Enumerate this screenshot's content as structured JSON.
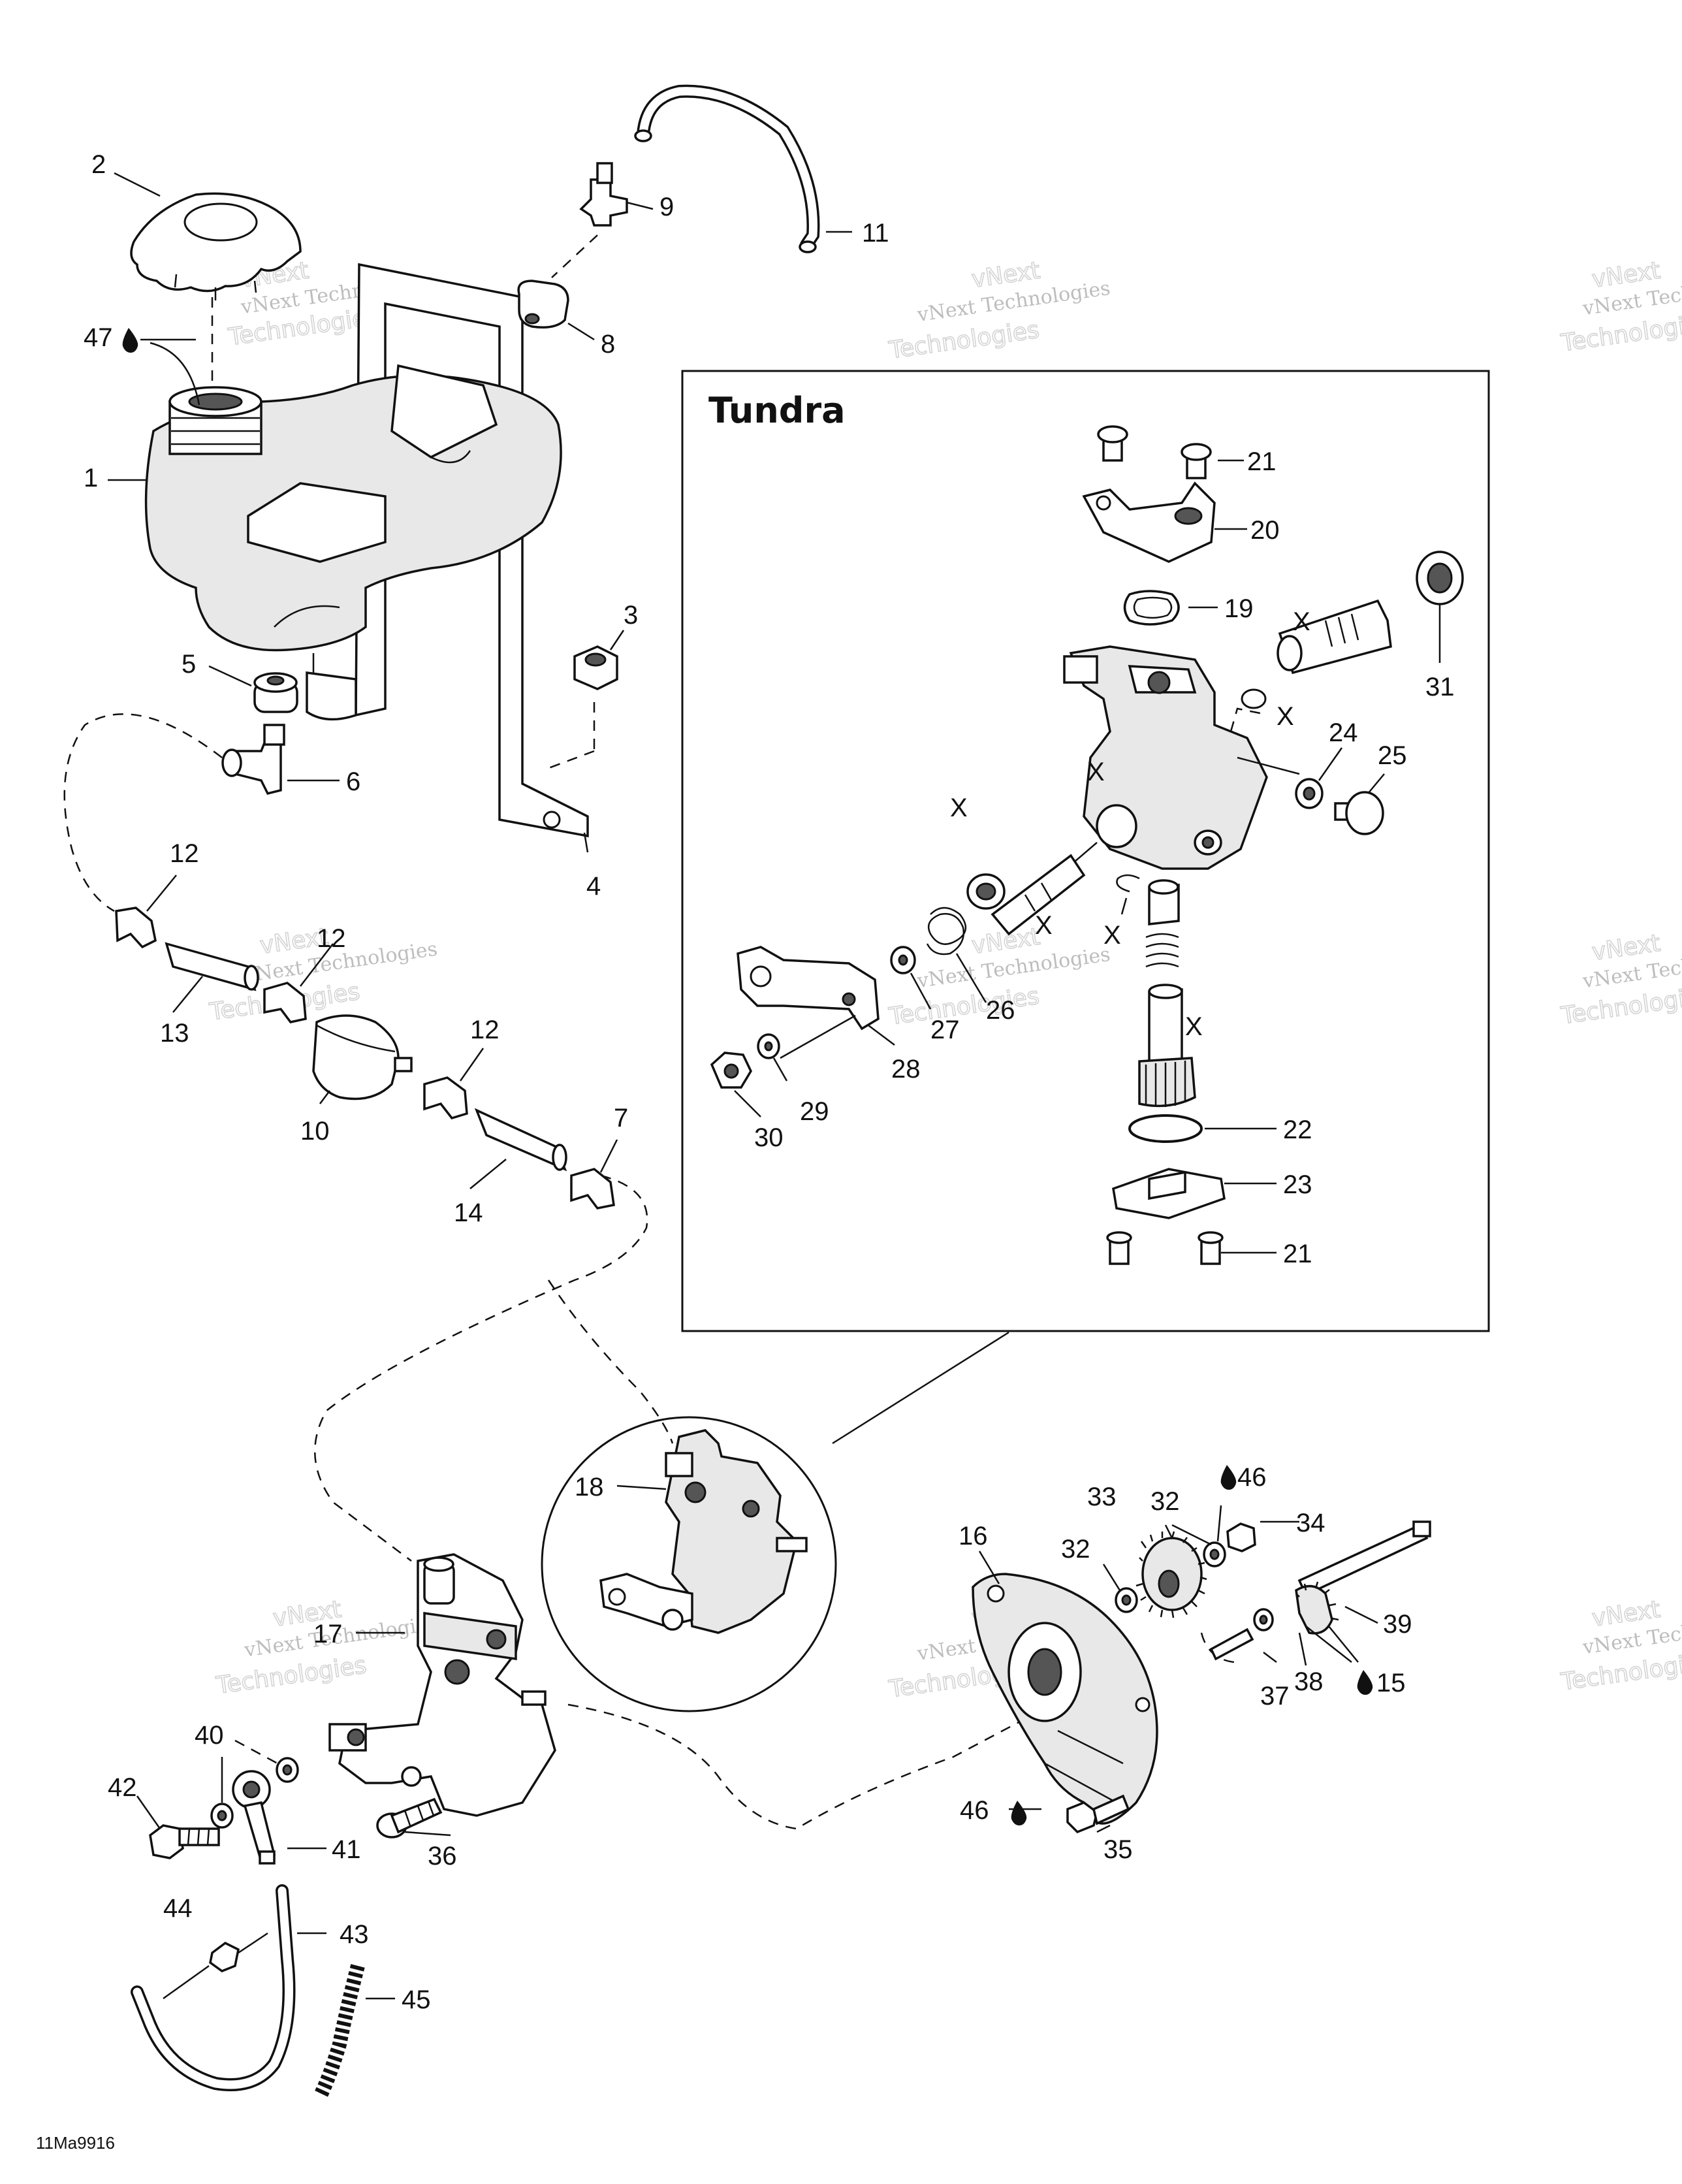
{
  "diagram": {
    "inset_title": "Tundra",
    "drawing_code": "11Ma9916",
    "watermark": {
      "brand": "vNext",
      "company": "vNext Technologies",
      "trailing": "Technologies"
    },
    "callouts": [
      "1",
      "2",
      "3",
      "4",
      "5",
      "6",
      "7",
      "8",
      "9",
      "10",
      "11",
      "12",
      "13",
      "14",
      "15",
      "16",
      "17",
      "18",
      "19",
      "20",
      "21",
      "22",
      "23",
      "24",
      "25",
      "26",
      "27",
      "28",
      "29",
      "30",
      "31",
      "32",
      "33",
      "34",
      "35",
      "36",
      "37",
      "38",
      "39",
      "40",
      "41",
      "42",
      "43",
      "44",
      "45",
      "46",
      "47"
    ],
    "x_mark": "X"
  }
}
